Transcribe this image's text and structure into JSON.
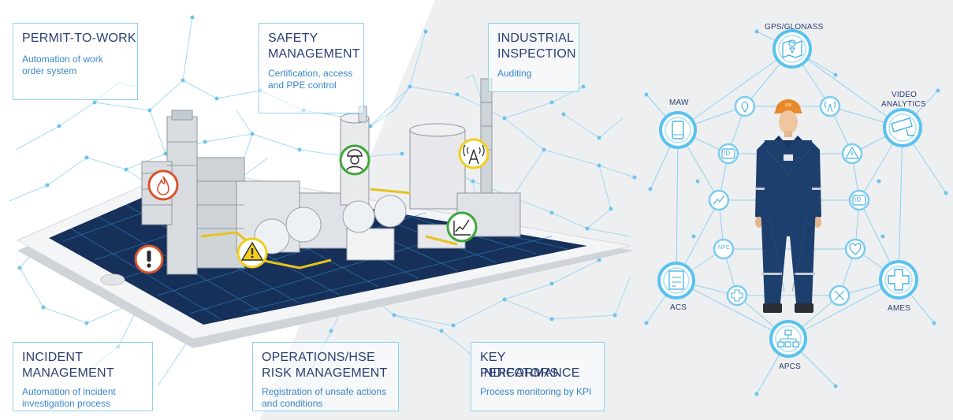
{
  "callouts": {
    "permit_to_work": {
      "title_line1": "PERMIT-TO-WORK",
      "sub_line1": "Automation of work",
      "sub_line2": "order system"
    },
    "safety_management": {
      "title_line1": "SAFETY",
      "title_line2": "MANAGEMENT",
      "sub_line1": "Certification, access",
      "sub_line2": "and PPE control"
    },
    "industrial_inspection": {
      "title_line1": "INDUSTRIAL",
      "title_line2": "INSPECTION",
      "sub_line1": "Auditing"
    },
    "incident_management": {
      "title_line1": "INCIDENT",
      "title_line2": "MANAGEMENT",
      "sub_line1": "Automation of incident",
      "sub_line2": "investigation process"
    },
    "operations_hse": {
      "title_line1": "OPERATIONS/HSE",
      "title_line2": "RISK MANAGEMENT",
      "sub_line1": "Registration of unsafe actions",
      "sub_line2": "and conditions"
    },
    "kpi": {
      "title_line1": "KEY PERFORMANCE",
      "title_line2": "INDICATORS",
      "sub_line1": "Process monitoring by KPI"
    }
  },
  "systems": {
    "gps": "GPS/GLONASS",
    "maw": "MAW",
    "video_line1": "VIDEO",
    "video_line2": "ANALYTICS",
    "acs": "ACS",
    "ames": "AMES",
    "apcs": "APCS",
    "nfc": "NFC",
    "id": "ID"
  },
  "colors": {
    "accent": "#4ab8e8",
    "title": "#2b3f73",
    "subtitle": "#3a86c8",
    "alert_red": "#d9532c",
    "warning_yellow": "#f2cf1a",
    "ok_green": "#3fa63a",
    "suit_navy": "#1d3f6e",
    "helmet_orange": "#e7892a"
  }
}
